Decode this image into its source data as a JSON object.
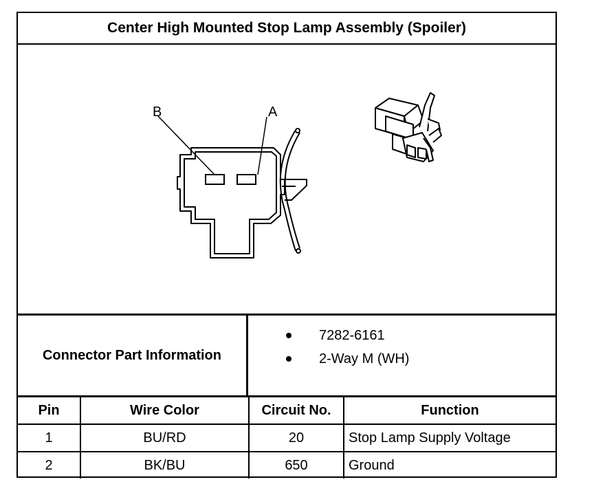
{
  "title": "Center High Mounted Stop Lamp Assembly (Spoiler)",
  "diagram": {
    "pin_labels": {
      "b": "B",
      "a": "A"
    }
  },
  "connector_info": {
    "label": "Connector Part Information",
    "items": [
      "7282-6161",
      "2-Way M (WH)"
    ]
  },
  "pin_table": {
    "headers": [
      "Pin",
      "Wire Color",
      "Circuit No.",
      "Function"
    ],
    "rows": [
      [
        "1",
        "BU/RD",
        "20",
        "Stop Lamp Supply Voltage"
      ],
      [
        "2",
        "BK/BU",
        "650",
        "Ground"
      ]
    ]
  }
}
